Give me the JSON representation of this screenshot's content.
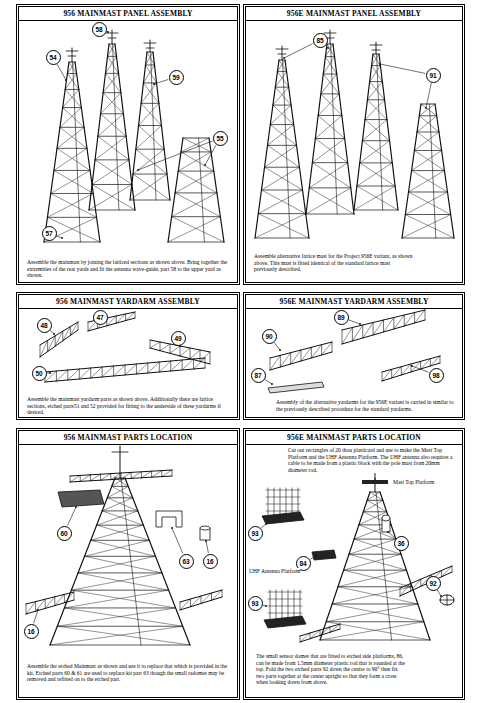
{
  "diagram": {
    "nodes": [
      {
        "text": [
          "956 MAINMAST PANEL ASSEMBLY",
          "Assemble the mainmast by joining the latticed sections as shown above. Bring together the extremities of the rear yards and fit the antenna wave-guide, part 58 to the upper yard as shown."
        ]
      },
      {
        "text": [
          "54"
        ],
        "in": 0
      },
      {
        "text": [
          "58"
        ],
        "in": 0
      },
      {
        "text": [
          "59"
        ],
        "in": 0
      },
      {
        "text": [
          "55"
        ],
        "in": 0
      },
      {
        "text": [
          "57"
        ],
        "in": 0
      },
      {
        "text": [
          "956E MAINMAST PANEL ASSEMBLY",
          "Assemble alternative lattice mast for the Project 956E variant, as shown above. This mast is fitted identical of the standard lattice mast previously described."
        ]
      },
      {
        "text": [
          "85"
        ],
        "in": 6
      },
      {
        "text": [
          "91"
        ],
        "in": 6
      },
      {
        "text": [
          "956 MAINMAST YARDARM ASSEMBLY",
          "Assemble the mainmast yardarm parts as shown above. Additionally there are lattice sections, etched parts51 and 52 provided for fitting to the underside of these yardarms if desired."
        ]
      },
      {
        "text": [
          "48"
        ],
        "in": 9
      },
      {
        "text": [
          "47"
        ],
        "in": 9
      },
      {
        "text": [
          "49"
        ],
        "in": 9
      },
      {
        "text": [
          "50"
        ],
        "in": 9
      },
      {
        "text": [
          "956E MAINMAST YARDARM ASSEMBLY",
          "Assembly of the alternative yardarms for the 956E variant is carried in similar to the previously described procedure for the standard yardarms."
        ]
      },
      {
        "text": [
          "89"
        ],
        "in": 14
      },
      {
        "text": [
          "90"
        ],
        "in": 14
      },
      {
        "text": [
          "98"
        ],
        "in": 14
      },
      {
        "text": [
          "87"
        ],
        "in": 14
      },
      {
        "text": [
          "956 MAINMAST PARTS LOCATION",
          "Assemble the etched Mainmast as shown and use it to replace that which is provided in the kit. Etched parts 60 & 61 are used to replace kit part 63 though the small radomes may be removed and refitted on to the etched part."
        ]
      },
      {
        "text": [
          "60"
        ],
        "in": 19
      },
      {
        "text": [
          "63"
        ],
        "in": 19
      },
      {
        "text": [
          "16"
        ],
        "in": 19
      },
      {
        "text": [
          "16"
        ],
        "in": 19
      },
      {
        "text": [
          "956E MAINMAST PARTS LOCATION",
          "Cut out rectangles of 20 thou plasticard and use to make the Mast Top Platform and the UHF Antenna Platform. The UHF antenna also requires a cable to be made from a plastic block with the pole mast from 20mm diameter rod.",
          "The small sensor domes that are fitted to etched side platforms, 86, can be made from 1.5mm diameter plastic rod that is rounded at the top. Fold the two etched parts 92 down the centre to 90° then fix two parts together at the center upright so that they form a cross when looking down from above."
        ]
      },
      {
        "text": [
          "93"
        ],
        "in": 24
      },
      {
        "text": [
          "36"
        ],
        "in": 24
      },
      {
        "text": [
          "84"
        ],
        "in": 24
      },
      {
        "text": [
          "92"
        ],
        "in": 24
      },
      {
        "text": [
          "93"
        ],
        "in": 24
      }
    ],
    "labels": [
      "Mast Top Platform",
      "UHF Antenna Platform"
    ]
  }
}
